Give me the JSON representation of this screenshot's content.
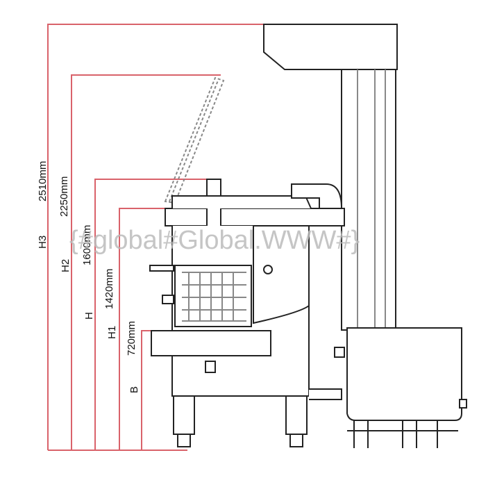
{
  "dimensions": [
    {
      "name": "H3",
      "value": "2510mm"
    },
    {
      "name": "H2",
      "value": "2250mm"
    },
    {
      "name": "H",
      "value": "1600mm"
    },
    {
      "name": "H1",
      "value": "1420mm"
    },
    {
      "name": "B",
      "value": "720mm"
    }
  ],
  "watermark": "{#global#Global.WWW#}",
  "colors": {
    "dimension": "#d9626a",
    "outline": "#222222"
  }
}
